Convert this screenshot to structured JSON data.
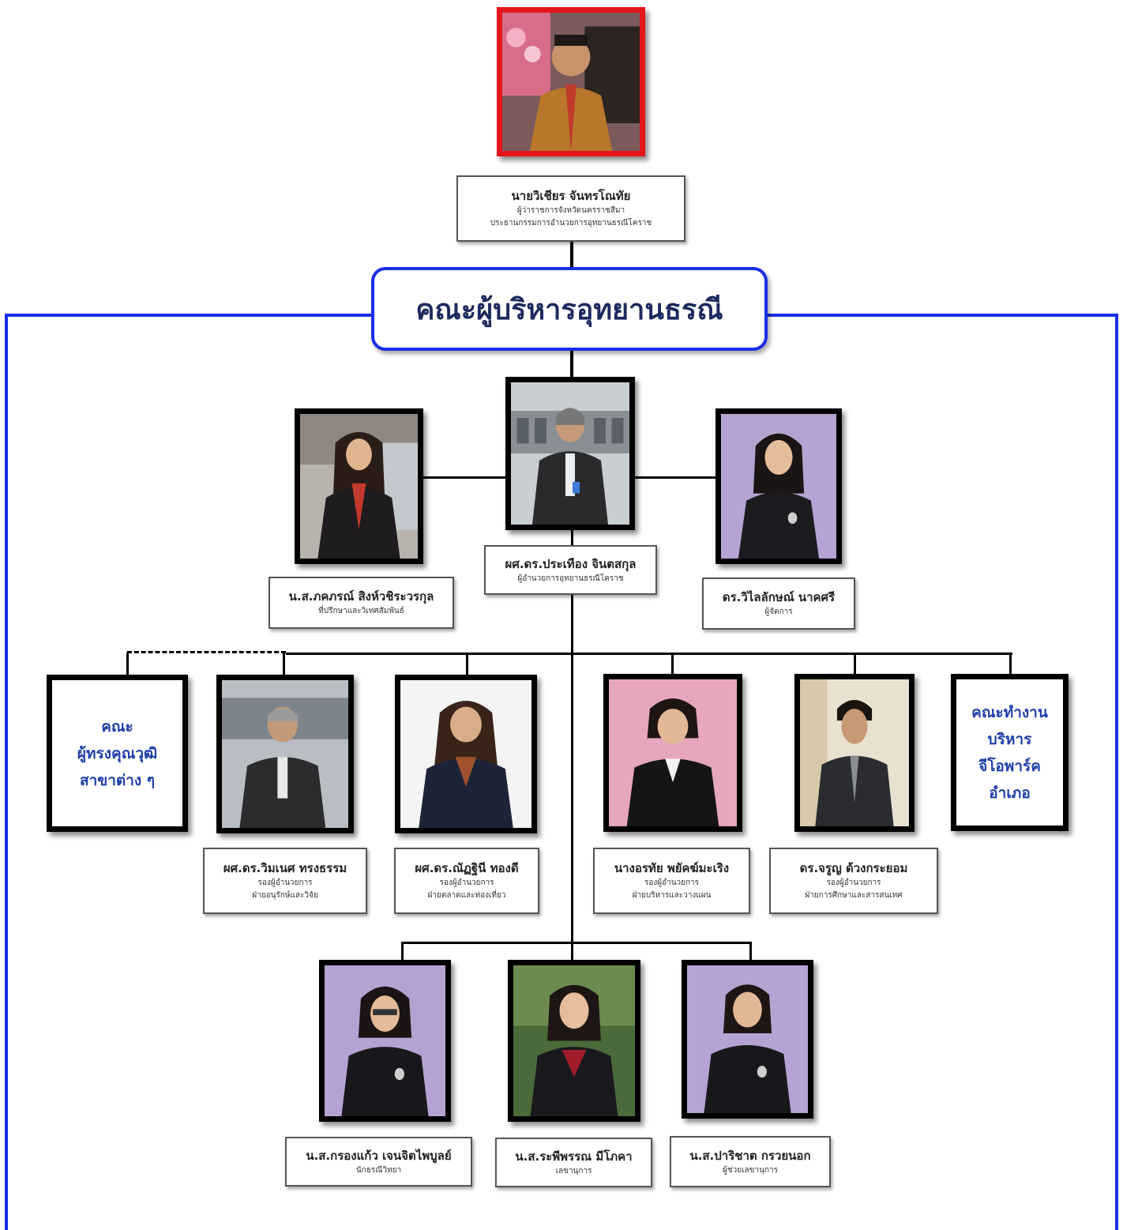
{
  "governor": {
    "name": "นายวิเชียร  จันทรโณทัย",
    "role1": "ผู้ว่าราชการจังหวัดนครราชสีมา",
    "role2": "ประธานกรรมการอำนวยการอุทยานธรณีโคราช"
  },
  "title": "คณะผู้บริหารอุทยานธรณี",
  "director": {
    "name": "ผศ.ดร.ประเทือง  จินตสกุล",
    "role": "ผู้อำนวยการอุทยานธรณีโคราช"
  },
  "advisor": {
    "name": "น.ส.ภคภรณ์  สิงห์วชิระวรกุล",
    "role": "ที่ปรึกษาและวิเทศสัมพันธ์"
  },
  "manager": {
    "name": "ดร.วิไลลักษณ์  นาคศรี",
    "role": "ผู้จัดการ"
  },
  "expert_committee": {
    "line1": "คณะ",
    "line2": "ผู้ทรงคุณวุฒิ",
    "line3": "สาขาต่าง ๆ"
  },
  "working_committee": {
    "line1": "คณะทำงาน",
    "line2": "บริหาร",
    "line3": "จีโอพาร์ค",
    "line4": "อำเภอ"
  },
  "deputies": [
    {
      "name": "ผศ.ดร.วิมเนศ  ทรงธรรม",
      "role1": "รองผู้อำนวยการ",
      "role2": "ฝ่ายอนุรักษ์และวิจัย"
    },
    {
      "name": "ผศ.ดร.ณัฏฐินี  ทองดี",
      "role1": "รองผู้อำนวยการ",
      "role2": "ฝ่ายตลาดและท่องเที่ยว"
    },
    {
      "name": "นางอรทัย  พยัคฆ์มะเริง",
      "role1": "รองผู้อำนวยการ",
      "role2": "ฝ่ายบริหารและวางแผน"
    },
    {
      "name": "ดร.จรูญ  ด้วงกระยอม",
      "role1": "รองผู้อำนวยการ",
      "role2": "ฝ่ายการศึกษาและสารสนเทศ"
    }
  ],
  "staff": [
    {
      "name": "น.ส.กรองแก้ว  เจนจิตไพบูลย์",
      "role": "นักธรณีวิทยา"
    },
    {
      "name": "น.ส.ระพีพรรณ  มีโภคา",
      "role": "เลขานุการ"
    },
    {
      "name": "น.ส.ปาริชาต  กรวยนอก",
      "role": "ผู้ช่วยเลขานุการ"
    }
  ],
  "colors": {
    "frame_outer": "#1a2ee6",
    "title_border": "#1a2ee6",
    "title_text": "#1c2a5e",
    "committee_text": "#1f3fa8",
    "governor_frame": "#e4161b"
  }
}
